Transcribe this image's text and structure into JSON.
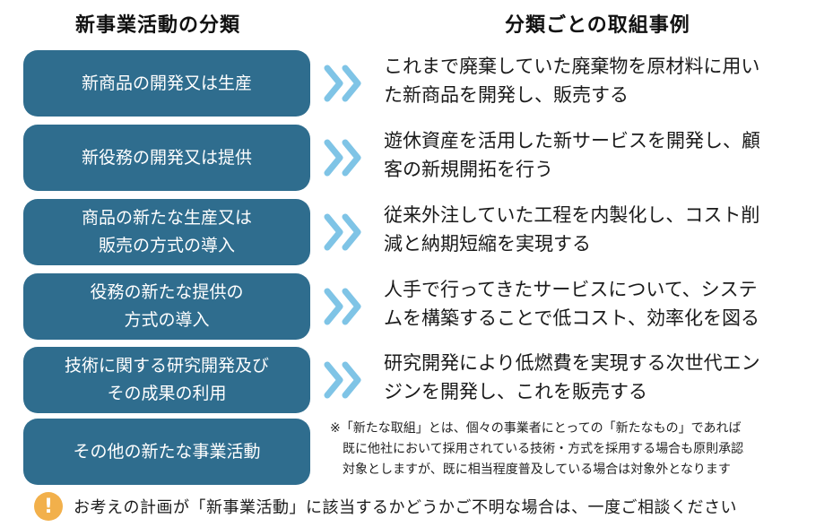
{
  "headers": {
    "left": "新事業活動の分類",
    "right": "分類ごとの取組事例"
  },
  "rows": [
    {
      "category": "新商品の開発又は生産",
      "example": "これまで廃棄していた廃棄物を原材料に用い\nた新商品を開発し、販売する"
    },
    {
      "category": "新役務の開発又は提供",
      "example": "遊休資産を活用した新サービスを開発し、顧\n客の新規開拓を行う"
    },
    {
      "category": "商品の新たな生産又は\n販売の方式の導入",
      "example": "従来外注していた工程を内製化し、コスト削\n減と納期短縮を実現する"
    },
    {
      "category": "役務の新たな提供の\n方式の導入",
      "example": "人手で行ってきたサービスについて、システ\nムを構築することで低コスト、効率化を図る"
    },
    {
      "category": "技術に関する研究開発及び\nその成果の利用",
      "example": "研究開発により低燃費を実現する次世代エン\nジンを開発し、これを販売する"
    },
    {
      "category": "その他の新たな事業活動",
      "note": "※「新たな取組」とは、個々の事業者にとっての「新たなもの」であれば\n　既に他社において採用されている技術・方式を採用する場合も原則承認\n　対象としますが、既に相当程度普及している場合は対象外となります"
    }
  ],
  "footer": {
    "icon": "exclamation-circle-icon",
    "icon_glyph": "!",
    "text": "お考えの計画が「新事業活動」に該当するかどうかご不明な場合は、一度ご相談ください"
  },
  "colors": {
    "category_box": "#2f6d8e",
    "chevron": "#7fc4e6",
    "alert_icon": "#f2b04b"
  }
}
